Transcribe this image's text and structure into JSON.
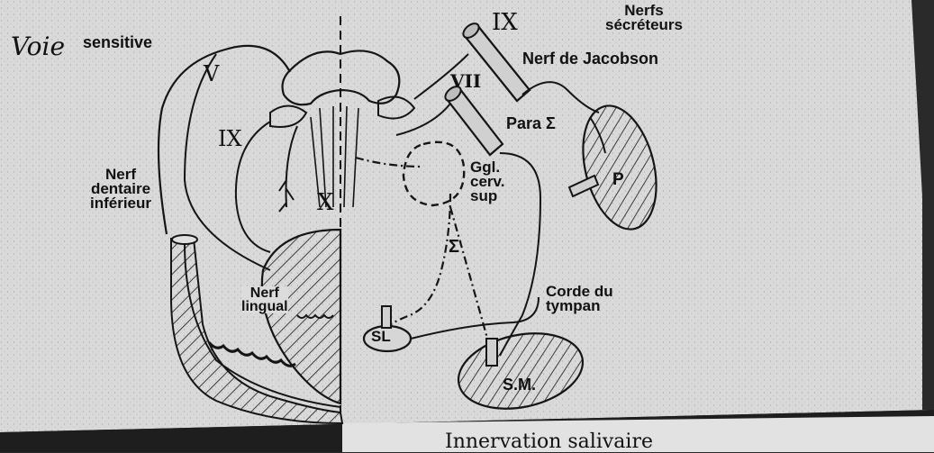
{
  "colors": {
    "paper": "#d9d9d9",
    "ink": "#151515",
    "shadow": "#222222"
  },
  "labels": {
    "voie": "Voie",
    "sensitive": "sensitive",
    "v": "V",
    "ix_left": "IX",
    "x": "X",
    "nerf_dentaire": "Nerf\ndentaire\ninférieur",
    "nerf_lingual": "Nerf\nlingual",
    "ix_top": "IX",
    "nerfs_secreteurs": "Nerfs\nsécréteurs",
    "nerf_jacobson": "Nerf de Jacobson",
    "vii": "VII",
    "para_sigma": "Para Σ",
    "ggl": "Ggl.\ncerv.\nsup",
    "sigma": "Σ",
    "corde": "Corde du\ntympan",
    "sl": "SL",
    "sm": "S.M.",
    "p": "P",
    "caption": "Innervation salivaire"
  }
}
